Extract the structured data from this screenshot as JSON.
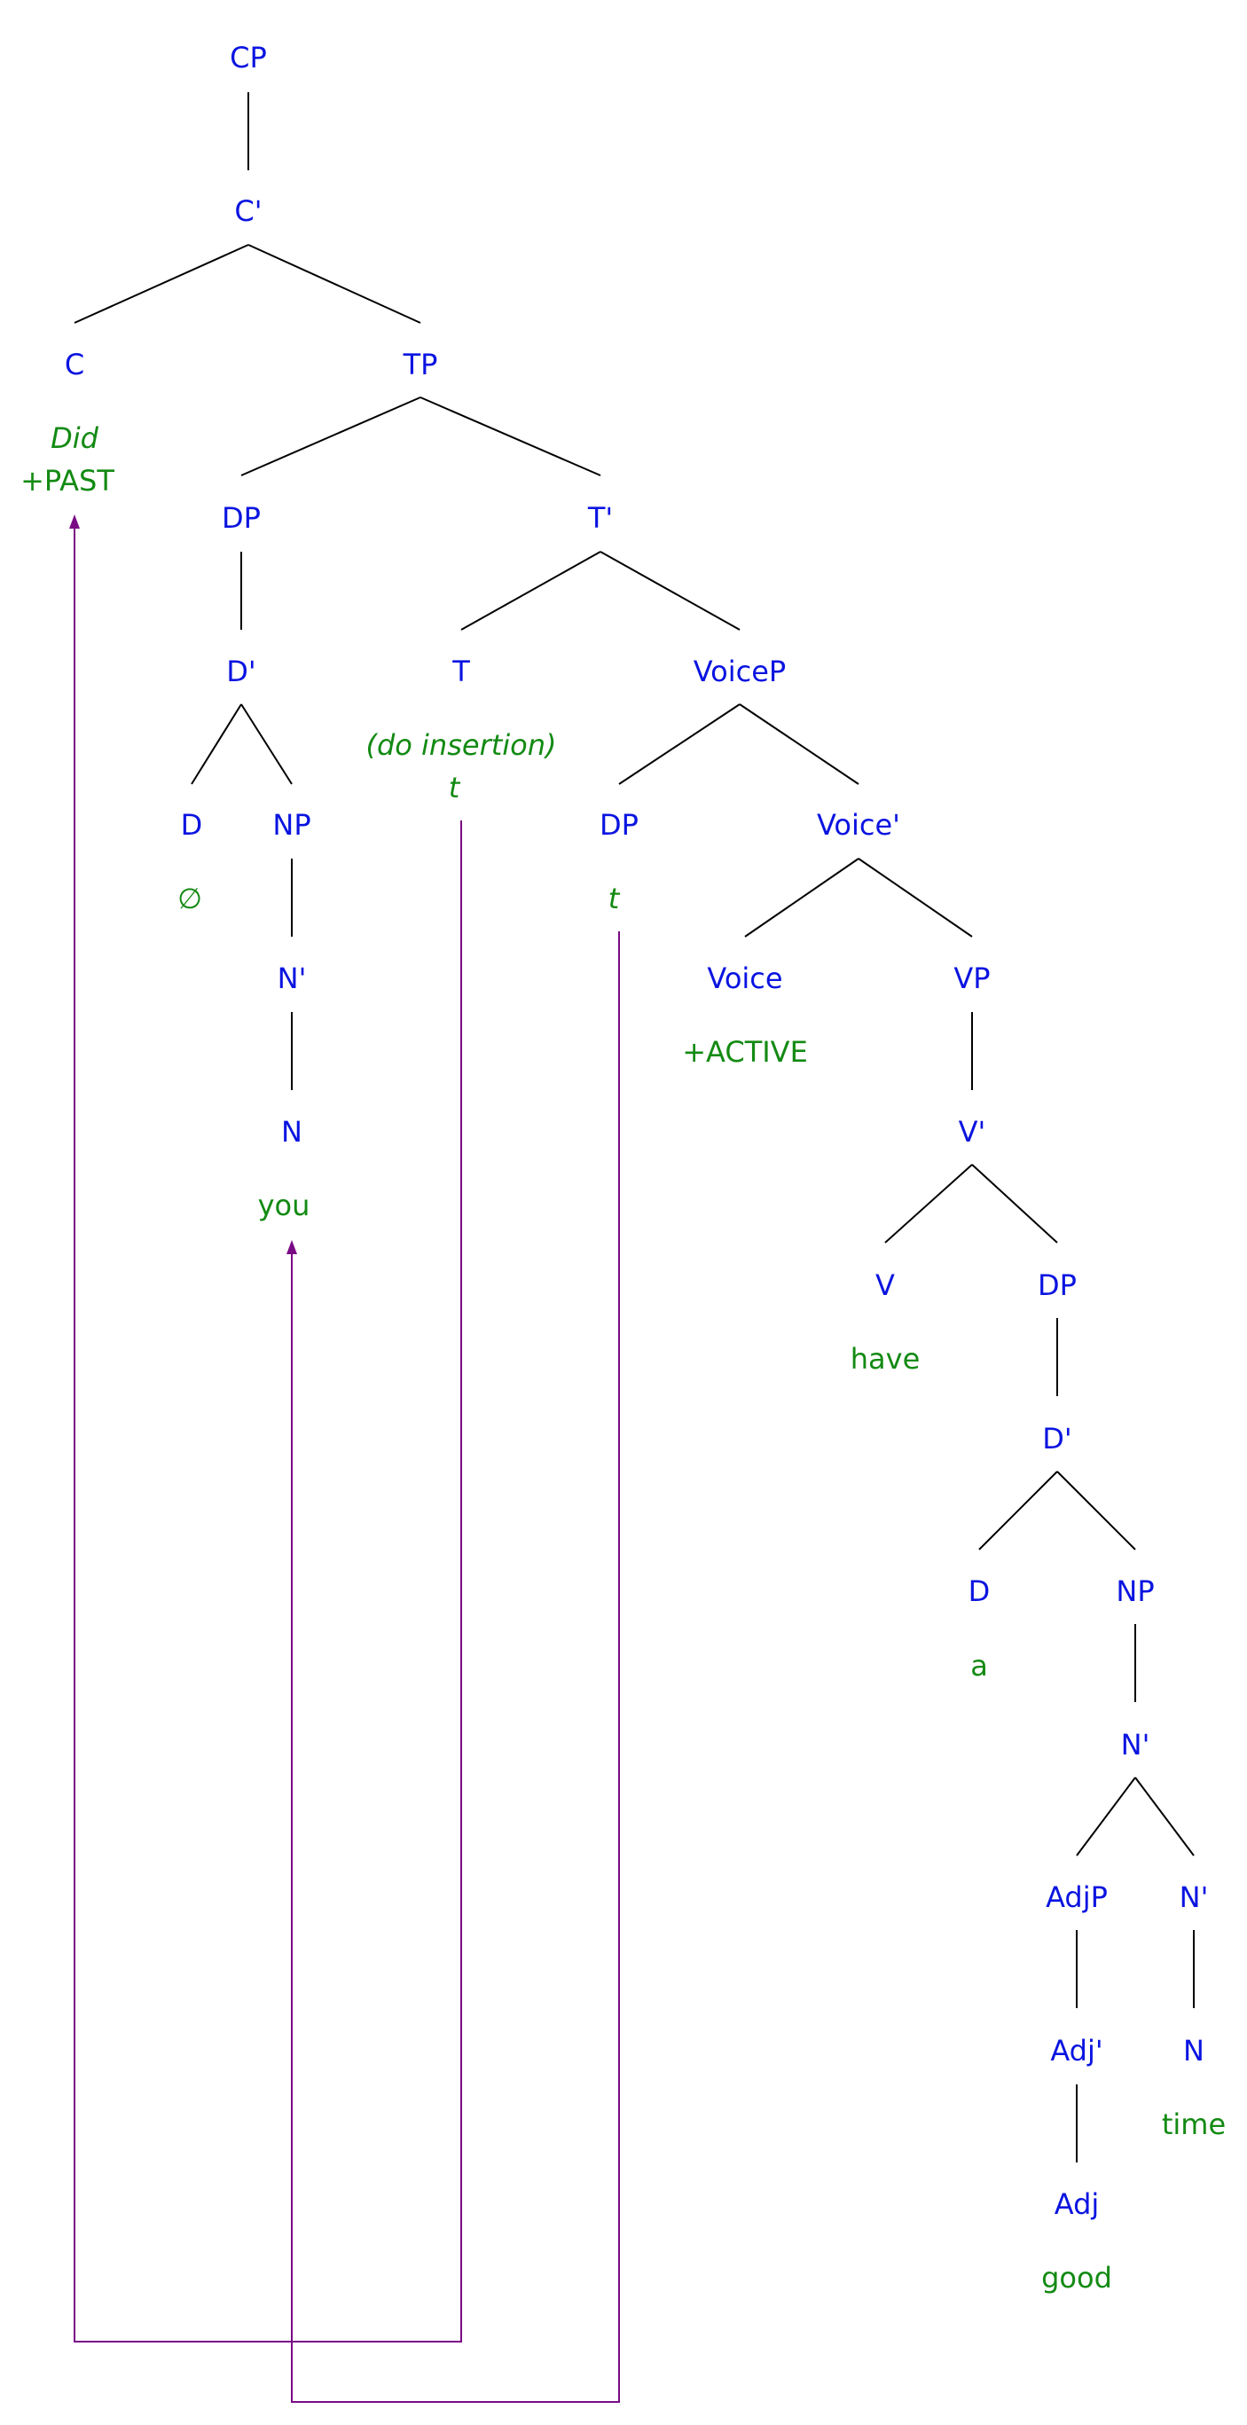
{
  "colors": {
    "node": "#0a14e0",
    "leaf": "#138a13",
    "branch": "#000000",
    "movement": "#7a0a85"
  },
  "nodes": {
    "cp": "CP",
    "c_bar": "C'",
    "c": "C",
    "tp": "TP",
    "dp_subj": "DP",
    "t_bar": "T'",
    "d_bar_subj": "D'",
    "t": "T",
    "voicep": "VoiceP",
    "d_subj": "D",
    "np_subj": "NP",
    "dp_voice": "DP",
    "voice_bar": "Voice'",
    "n_bar_subj": "N'",
    "voice": "Voice",
    "vp": "VP",
    "n_subj": "N",
    "v_bar": "V'",
    "v": "V",
    "dp_obj": "DP",
    "d_bar_obj": "D'",
    "d_obj": "D",
    "np_obj": "NP",
    "n_bar_obj": "N'",
    "adjp": "AdjP",
    "n_bar_obj2": "N'",
    "adj_bar": "Adj'",
    "n_obj": "N",
    "adj": "Adj"
  },
  "leaves": {
    "did": "Did",
    "past": "+PAST",
    "null_d": "∅",
    "do_insertion": "(do  insertion)",
    "t_trace": "t",
    "dp_trace": "t",
    "active": "+ACTIVE",
    "you": "you",
    "have": "have",
    "a": "a",
    "time": "time",
    "good": "good"
  }
}
